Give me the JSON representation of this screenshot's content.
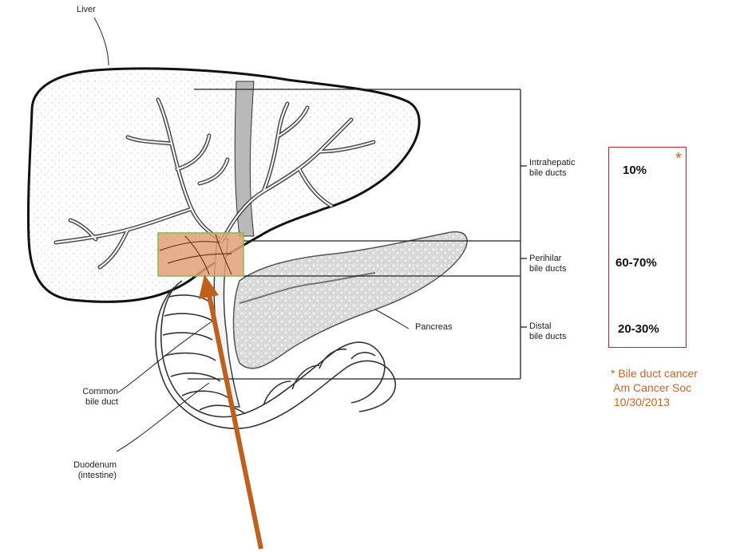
{
  "labels": {
    "liver": "Liver",
    "intrahepatic": "Intrahepatic\nbile ducts",
    "perihilar": "Perihilar\nbile ducts",
    "distal": "Distal\nbile ducts",
    "pancreas": "Pancreas",
    "common_bile_duct": "Common\nbile duct",
    "duodenum": "Duodenum\n(intestine)"
  },
  "stats": {
    "intrahepatic": "10%",
    "perihilar": "60-70%",
    "distal": "20-30%",
    "asterisk": "*"
  },
  "source_note": {
    "line1": "* Bile duct cancer",
    "line2": " Am Cancer Soc",
    "line3": " 10/30/2013"
  },
  "colors": {
    "highlight_fill": "#e2a078",
    "highlight_border": "#7cc04a",
    "arrow": "#c0601e",
    "box_border": "#c0232a",
    "note_text": "#c8622a"
  }
}
